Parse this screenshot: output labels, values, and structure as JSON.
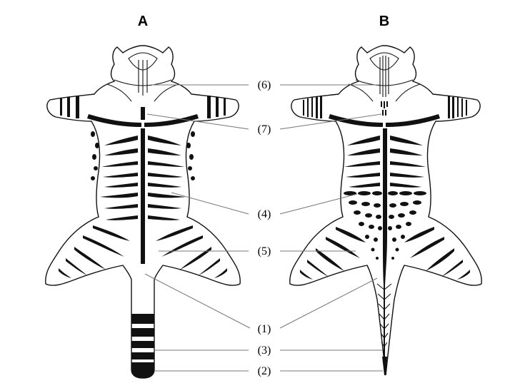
{
  "panels": {
    "a": {
      "title": "A"
    },
    "b": {
      "title": "B"
    }
  },
  "labels": {
    "l6": "(6)",
    "l7": "(7)",
    "l4": "(4)",
    "l5": "(5)",
    "l1": "(1)",
    "l3": "(3)",
    "l2": "(2)"
  }
}
